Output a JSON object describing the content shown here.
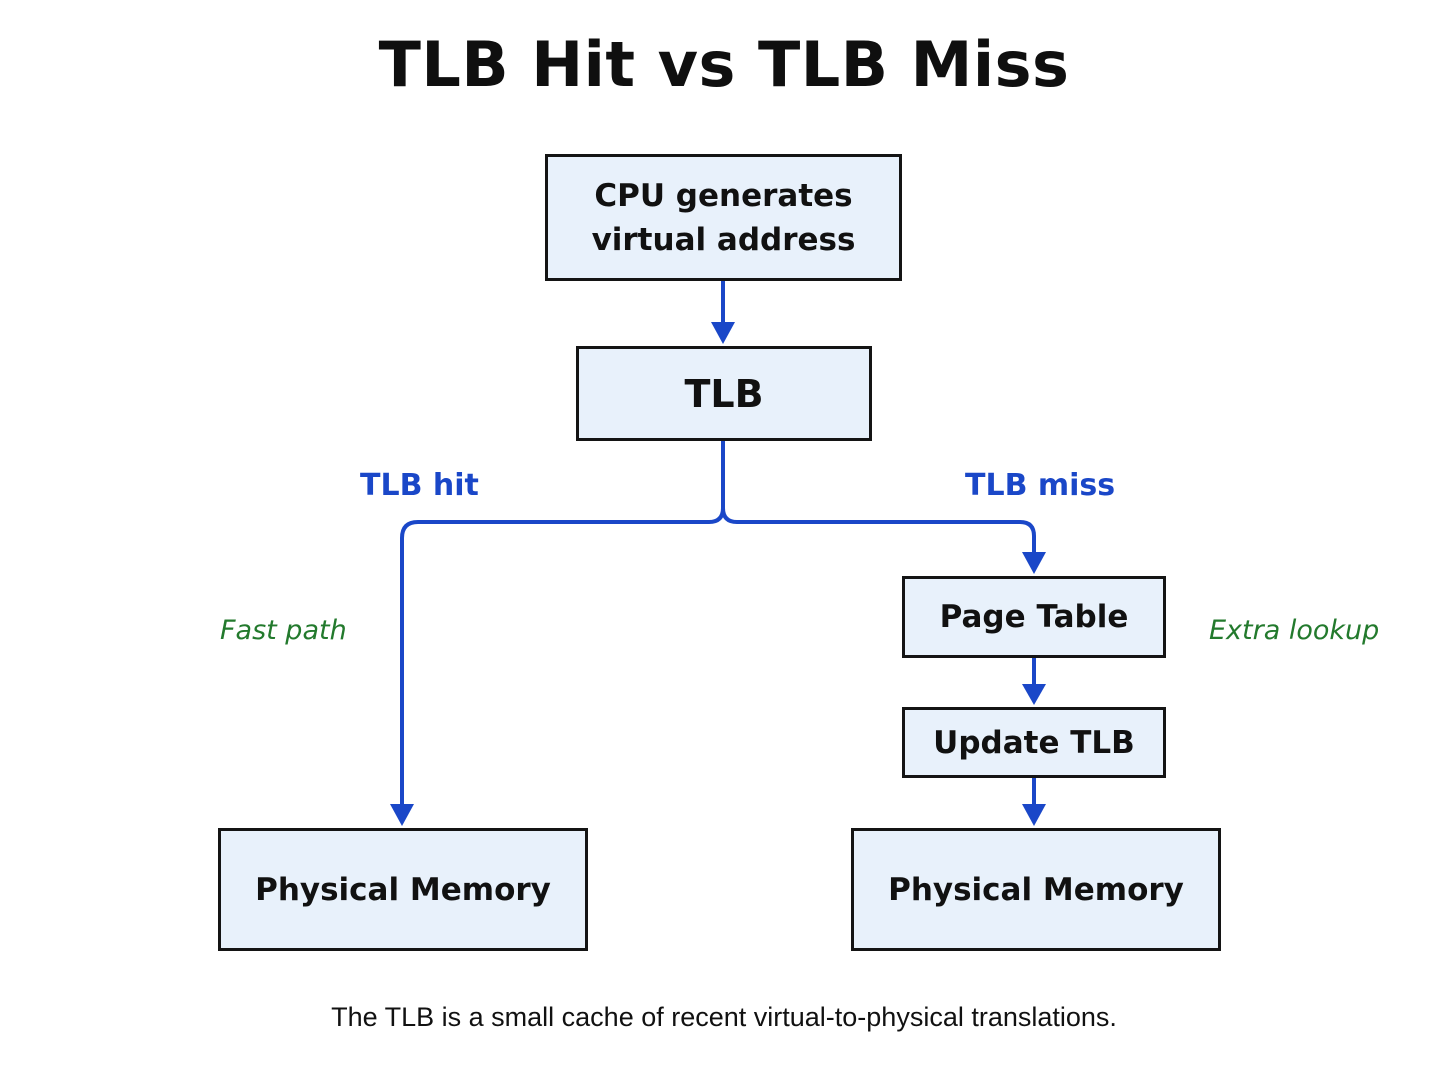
{
  "title": "TLB Hit vs TLB Miss",
  "nodes": {
    "cpu": {
      "line1": "CPU generates",
      "line2": "virtual address"
    },
    "tlb": "TLB",
    "page_table": "Page Table",
    "update_tlb": "Update TLB",
    "physical_memory_hit": "Physical Memory",
    "physical_memory_miss": "Physical Memory"
  },
  "branches": {
    "hit": "TLB hit",
    "miss": "TLB miss"
  },
  "notes": {
    "hit_path": "Fast path",
    "miss_path": "Extra lookup"
  },
  "caption": "The TLB is a small cache of recent virtual-to-physical translations.",
  "colors": {
    "arrow": "#1a47c8",
    "box_fill": "#e8f1fb",
    "box_border": "#141414",
    "note": "#237a2d"
  }
}
